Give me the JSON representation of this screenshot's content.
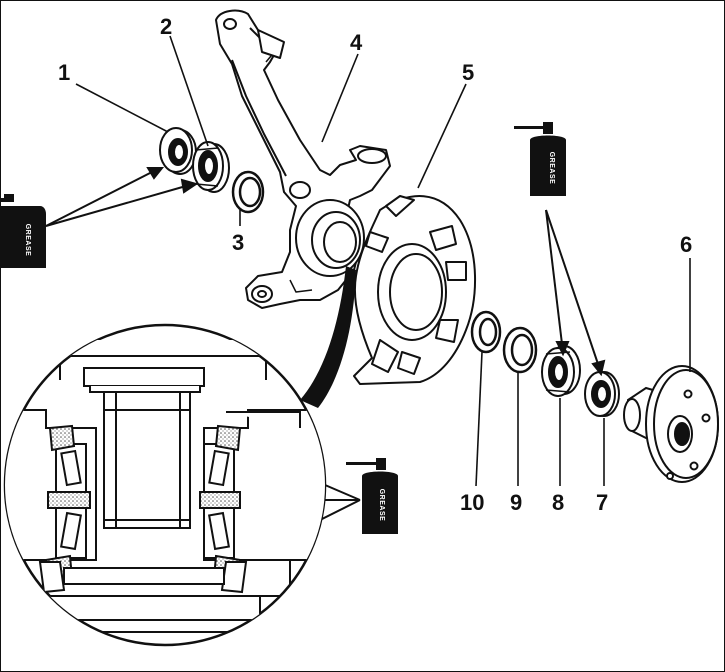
{
  "callouts": [
    {
      "id": "1",
      "text": "1"
    },
    {
      "id": "2",
      "text": "2"
    },
    {
      "id": "3",
      "text": "3"
    },
    {
      "id": "4",
      "text": "4"
    },
    {
      "id": "5",
      "text": "5"
    },
    {
      "id": "6",
      "text": "6"
    },
    {
      "id": "7",
      "text": "7"
    },
    {
      "id": "8",
      "text": "8"
    },
    {
      "id": "9",
      "text": "9"
    },
    {
      "id": "10",
      "text": "10"
    }
  ],
  "grease_label": "GREASE",
  "colors": {
    "ink": "#111111",
    "paper": "#ffffff",
    "stipple": "#777777"
  }
}
